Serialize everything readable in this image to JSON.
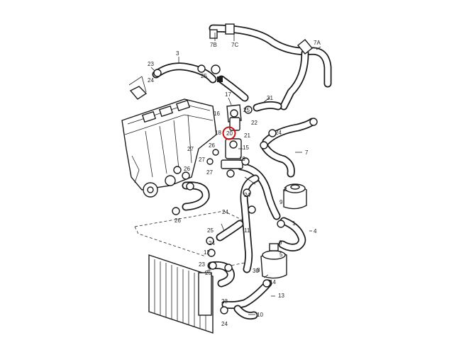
{
  "highlight": {
    "part_number": "20",
    "color": "#cc1010"
  },
  "labels": {
    "n23_top": "23",
    "n3": "3",
    "n24_top": "24",
    "n25_top": "25",
    "n7b": "7B",
    "n7c": "7C",
    "n7a": "7A",
    "n17": "17",
    "n31": "31",
    "n16": "16",
    "n25_mid": "25",
    "n22": "22",
    "n18": "18",
    "n21": "21",
    "n24_mid": "24",
    "n20": "20",
    "n26_top": "26",
    "n15": "15",
    "n7": "7",
    "n27_a": "27",
    "n27_b": "27",
    "n26_left": "26",
    "n27_c": "27",
    "n19": "19",
    "n2": "2",
    "n9": "9",
    "n24_r1": "24",
    "n24_r2": "24",
    "n26_bot": "26",
    "n4": "4",
    "n25_low": "25",
    "n12": "12",
    "n11": "11",
    "n1": "1",
    "n6": "6",
    "n5": "5",
    "n8": "8",
    "n24_low": "24",
    "n23_low": "23",
    "n25_bot": "25",
    "n30": "30",
    "n14": "14",
    "n13": "13",
    "n10": "10",
    "n23_bot": "23",
    "n24_bot": "24"
  }
}
